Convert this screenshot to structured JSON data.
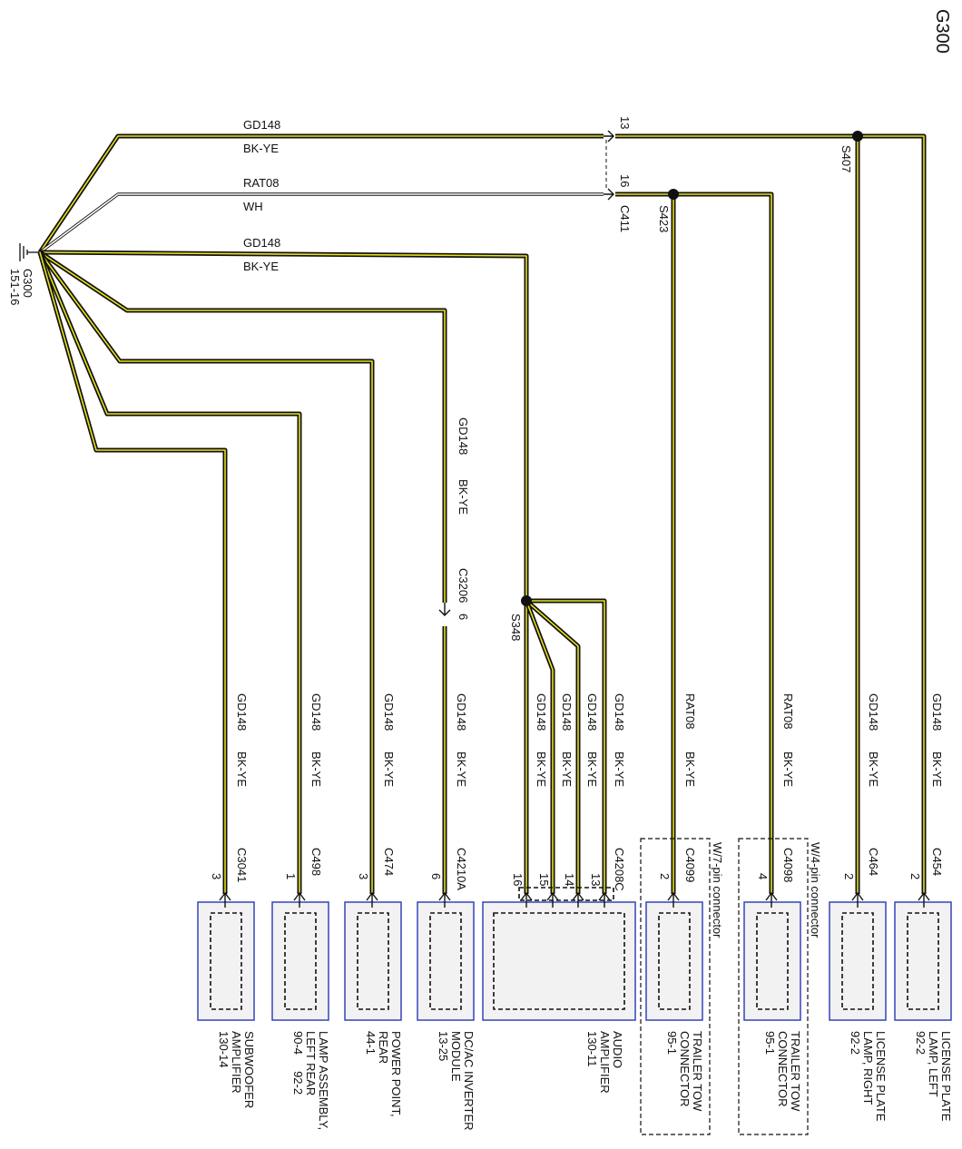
{
  "ground": {
    "id": "G300",
    "ref": "151-16"
  },
  "page_title": "G300",
  "top_wires": [
    {
      "circuit": "GD148",
      "color": "BK-YE"
    },
    {
      "circuit": "RAT08",
      "color": "WH"
    },
    {
      "circuit": "GD148",
      "color": "BK-YE"
    }
  ],
  "inline_connector_c411": {
    "id": "C411",
    "pins": [
      "13",
      "16"
    ]
  },
  "inline_connector_c3206": {
    "label": "C3206",
    "pin": "6",
    "circuit": "GD148",
    "color": "BK-YE"
  },
  "splices": [
    "S407",
    "S423",
    "S348"
  ],
  "branches": [
    {
      "circuit": "GD148",
      "color": "BK-YE",
      "connector": "C3041",
      "pin": "3"
    },
    {
      "circuit": "GD148",
      "color": "BK-YE",
      "connector": "C498",
      "pin": "1"
    },
    {
      "circuit": "GD148",
      "color": "BK-YE",
      "connector": "C474",
      "pin": "3"
    },
    {
      "circuit": "GD148",
      "color": "BK-YE",
      "connector": "C4210A",
      "pin": "6"
    },
    {
      "circuit": "GD148",
      "color": "BK-YE",
      "pin": "16"
    },
    {
      "circuit": "GD148",
      "color": "BK-YE",
      "pin": "15"
    },
    {
      "circuit": "GD148",
      "color": "BK-YE",
      "pin": "14"
    },
    {
      "circuit": "GD148",
      "color": "BK-YE",
      "connector": "C4208C",
      "pin": "13"
    },
    {
      "circuit": "RAT08",
      "color": "BK-YE",
      "connector": "C4099",
      "pin": "2"
    },
    {
      "circuit": "RAT08",
      "color": "BK-YE",
      "connector": "C4098",
      "pin": "4"
    },
    {
      "circuit": "GD148",
      "color": "BK-YE",
      "connector": "C464",
      "pin": "2"
    },
    {
      "circuit": "GD148",
      "color": "BK-YE",
      "connector": "C454",
      "pin": "2"
    }
  ],
  "groups": [
    "W/7-pin connector",
    "W/4-pin connector"
  ],
  "components": [
    {
      "lines": [
        "SUBWOOFER",
        "AMPLIFIER",
        "130-14"
      ]
    },
    {
      "lines": [
        "LAMP ASSEMBLY,",
        "LEFT REAR",
        "90-4     92-2"
      ]
    },
    {
      "lines": [
        "POWER POINT,",
        "REAR",
        "44-1"
      ]
    },
    {
      "lines": [
        "DC/AC INVERTER",
        "MODULE",
        "13-25"
      ]
    },
    {
      "lines": [
        "AUDIO",
        "AMPLIFIER",
        "130-11"
      ]
    },
    {
      "lines": [
        "TRAILER TOW",
        "CONNECTOR",
        "95-1"
      ]
    },
    {
      "lines": [
        "TRAILER TOW",
        "CONNECTOR",
        "95-1"
      ]
    },
    {
      "lines": [
        "LICENSE PLATE",
        "LAMP, RIGHT",
        "92-2"
      ]
    },
    {
      "lines": [
        "LICENSE PLATE",
        "LAMP, LEFT",
        "92-2"
      ]
    }
  ],
  "colors": {
    "wire_base": "#111111",
    "wire_stripe": "#e7e11a",
    "component_border": "#3344bb",
    "component_fill": "#f2f2f2"
  }
}
